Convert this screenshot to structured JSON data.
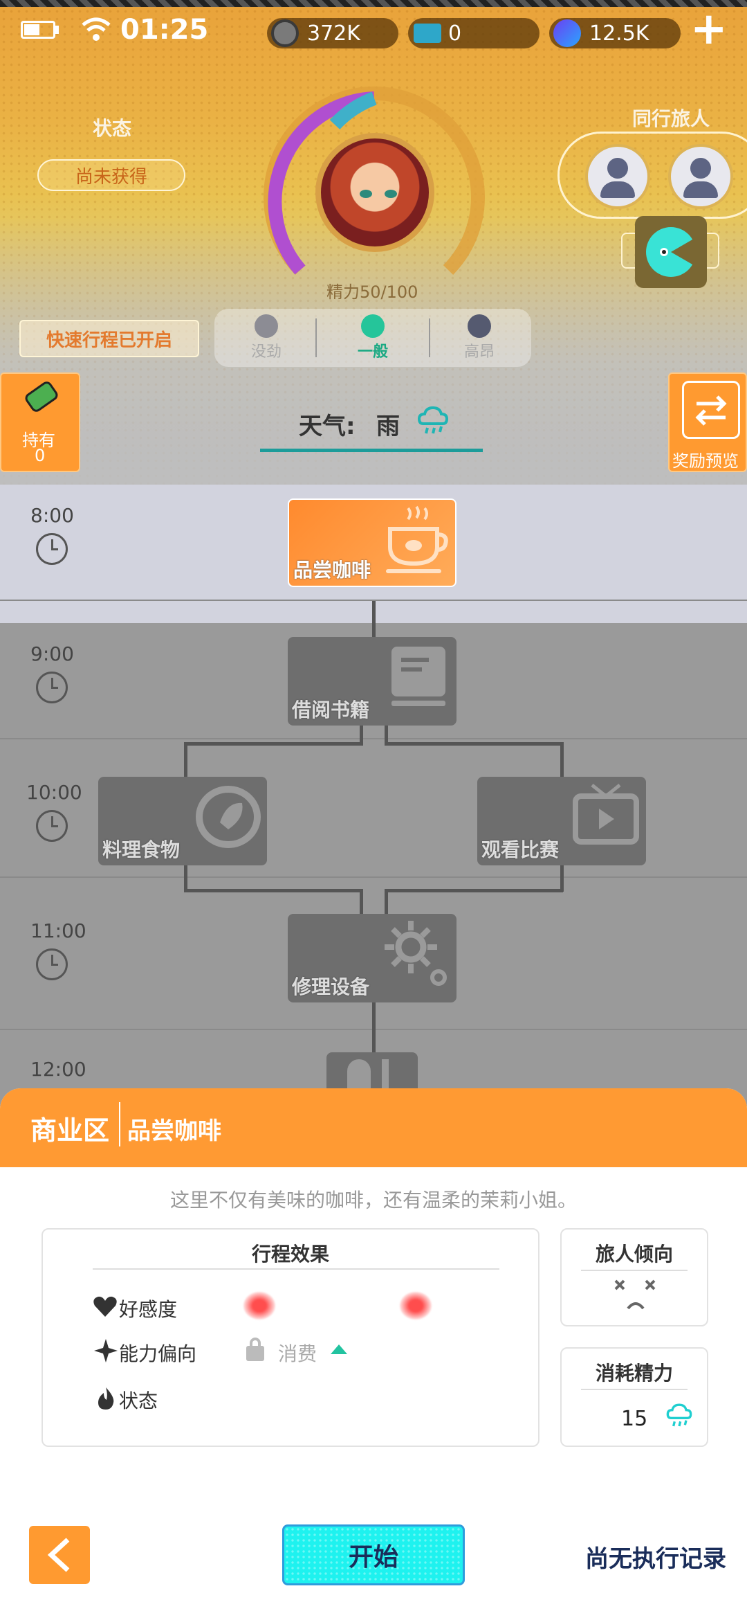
{
  "status_bar": {
    "time": "01:25"
  },
  "resources": [
    {
      "value": "372K",
      "icon": "coin-icon"
    },
    {
      "value": "0",
      "icon": "ticket-icon"
    },
    {
      "value": "12.5K",
      "icon": "crystal-icon"
    }
  ],
  "header": {
    "state_label": "状态",
    "state_value": "尚未获得",
    "energy": "精力50/100",
    "energy_fraction": 0.5,
    "companions_label": "同行旅人",
    "fast_travel": "快速行程已开启",
    "moods": [
      {
        "label": "没劲"
      },
      {
        "label": "一般"
      },
      {
        "label": "高昂"
      }
    ],
    "left_side": {
      "label": "持有",
      "count": "0"
    },
    "right_side": {
      "label": "奖励预览"
    },
    "weather_label": "天气:",
    "weather_value": "雨"
  },
  "schedule": {
    "times": [
      "8:00",
      "9:00",
      "10:00",
      "11:00",
      "12:00"
    ],
    "nodes": [
      "品尝咖啡",
      "借阅书籍",
      "料理食物",
      "观看比赛",
      "修理设备"
    ]
  },
  "panel": {
    "area": "商业区",
    "activity": "品尝咖啡",
    "description": "这里不仅有美味的咖啡，还有温柔的茉莉小姐。",
    "effects_title": "行程效果",
    "effects": [
      {
        "label": "好感度"
      },
      {
        "label": "能力偏向",
        "value": "消费"
      },
      {
        "label": "状态"
      }
    ],
    "tendency_title": "旅人倾向",
    "cost_title": "消耗精力",
    "cost_value": "15",
    "start": "开始",
    "record": "尚无执行记录"
  },
  "colors": {
    "accent": "#ff9a33",
    "start": "#1ef2ef",
    "highlight": "#d2d3de"
  }
}
